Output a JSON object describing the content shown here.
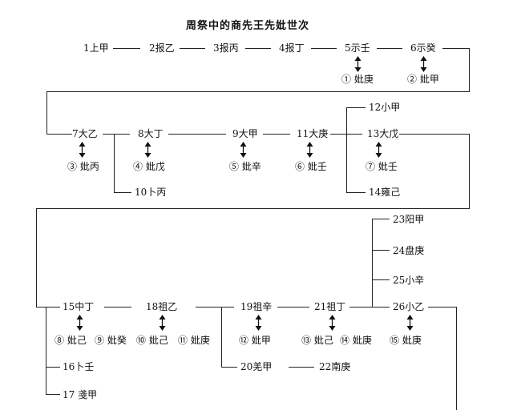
{
  "title": "周祭中的商先王先妣世次",
  "kings": {
    "k1": "1上甲",
    "k2": "2报乙",
    "k3": "3报丙",
    "k4": "4报丁",
    "k5": "5示壬",
    "k6": "6示癸",
    "k7": "7大乙",
    "k8": "8大丁",
    "k9": "9大甲",
    "k11": "11大庚",
    "k12": "12小甲",
    "k13": "13大戊",
    "k14": "14雍己",
    "k10": "10卜丙",
    "k15": "15中丁",
    "k16": "16卜壬",
    "k17": "17 戔甲",
    "k18": "18祖乙",
    "k19": "19祖辛",
    "k20": "20羌甲",
    "k21": "21祖丁",
    "k22": "22南庚",
    "k23": "23阳甲",
    "k24": "24盘庚",
    "k25": "25小辛",
    "k26": "26小乙"
  },
  "consorts": {
    "c1": "① 妣庚",
    "c2": "② 妣甲",
    "c3": "③ 妣丙",
    "c4": "④ 妣戊",
    "c5": "⑤ 妣辛",
    "c6": "⑥ 妣壬",
    "c7": "⑦ 妣壬",
    "c8": "⑧ 妣己",
    "c9": "⑨ 妣癸",
    "c10": "⑩ 妣己",
    "c11": "⑪ 妣庚",
    "c12": "⑫ 妣甲",
    "c13": "⑬ 妣己",
    "c14": "⑭ 妣庚",
    "c15": "⑮ 妣庚"
  }
}
